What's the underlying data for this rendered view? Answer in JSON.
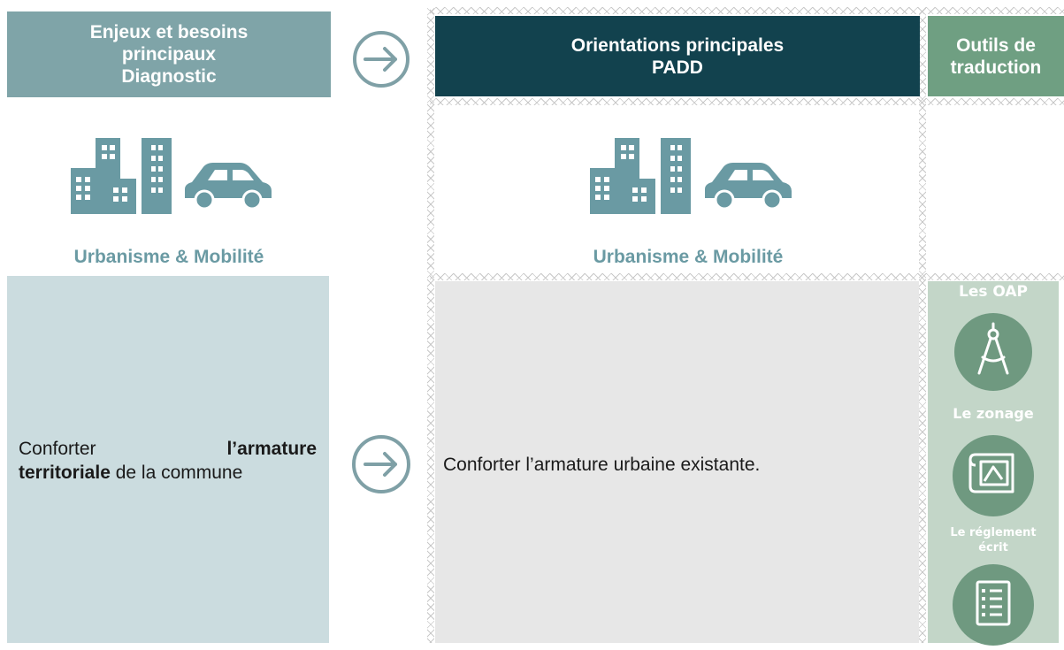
{
  "header": {
    "col1_lines": [
      "Enjeux et besoins",
      "principaux",
      "Diagnostic"
    ],
    "col2_lines": [
      "Orientations principales",
      "PADD"
    ],
    "col3_lines": [
      "Outils de",
      "traduction"
    ]
  },
  "theme": {
    "left_label": "Urbanisme & Mobilité",
    "middle_label": "Urbanisme & Mobilité",
    "icons": [
      "buildings-icon",
      "car-icon"
    ]
  },
  "row": {
    "enjeu_part1": "Conforter",
    "enjeu_bold1": "l’armature",
    "enjeu_bold2": "territoriale",
    "enjeu_part2": " de la commune",
    "orientation": "Conforter l’armature urbaine existante."
  },
  "tools": [
    {
      "label": "Les OAP",
      "icon": "compass-icon"
    },
    {
      "label": "Le zonage",
      "icon": "map-icon"
    },
    {
      "label_lines": [
        "Le réglement",
        "écrit"
      ],
      "icon": "document-list-icon"
    }
  ],
  "colors": {
    "header1": "#7fa4a8",
    "header2": "#12424e",
    "header3": "#6f9f82",
    "theme_text": "#6a9aa3",
    "enjeu_bg": "#cbdcdf",
    "orientation_bg": "#e7e7e7",
    "tools_bg": "#c3d6c8",
    "arrow": "#7fa0a6"
  }
}
